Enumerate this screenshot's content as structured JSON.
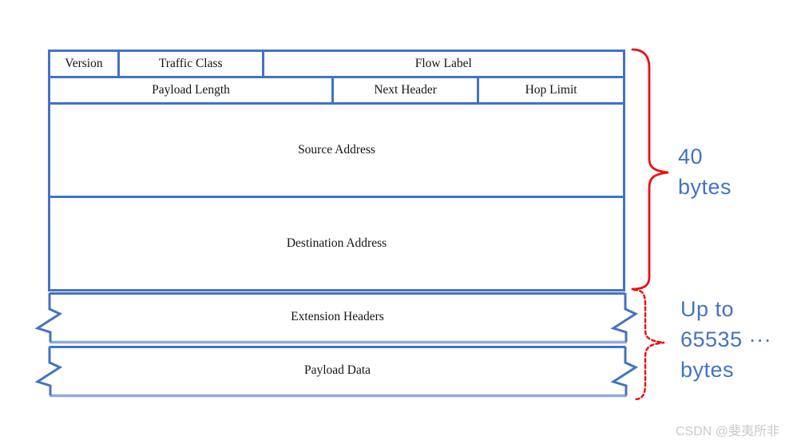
{
  "colors": {
    "border_blue": "#4472C4",
    "border_light_blue": "#8FAADC",
    "brace_red": "#EE1111",
    "annotation_blue": "#4472C4",
    "watermark_gray": "#C9C9C9",
    "label_black": "#141414"
  },
  "header_table": {
    "rows": [
      {
        "cells": [
          {
            "label": "Version"
          },
          {
            "label": "Traffic Class"
          },
          {
            "label": "Flow Label"
          }
        ]
      },
      {
        "cells": [
          {
            "label": "Payload Length"
          },
          {
            "label": "Next Header"
          },
          {
            "label": "Hop Limit"
          }
        ]
      },
      {
        "cells": [
          {
            "label": "Source Address"
          }
        ]
      },
      {
        "cells": [
          {
            "label": "Destination Address"
          }
        ]
      }
    ]
  },
  "optional_rows": [
    {
      "label": "Extension Headers"
    },
    {
      "label": "Payload Data"
    }
  ],
  "annotations": {
    "header_size": {
      "lines": [
        "40",
        "bytes"
      ]
    },
    "payload_size": {
      "lines": [
        "Up to",
        "65535 ···",
        "bytes"
      ]
    }
  },
  "watermark": "CSDN @斐夷所非"
}
